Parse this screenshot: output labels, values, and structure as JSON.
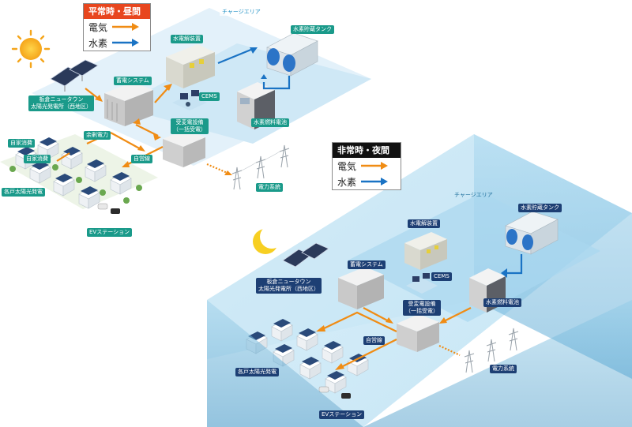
{
  "colors": {
    "electricity": "#f08c14",
    "hydrogen": "#1a73c4",
    "label_day": "#1a9a8a",
    "label_night": "#1d3f74",
    "title_day": "#e8461e",
    "title_night": "#111111",
    "flood": "#5aaed6"
  },
  "day": {
    "legend": {
      "title": "平常時・昼間",
      "electricity": "電気",
      "hydrogen": "水素"
    },
    "charge_area": "チャージエリア",
    "labels": {
      "electrolyzer": "水電解装置",
      "tank": "水素貯蔵タンク",
      "battery": "蓄電システム",
      "cems": "CEMS",
      "solar_plant": [
        "板倉ニュータウン",
        "太陽光発電所（西地区）"
      ],
      "substation": [
        "受変電設備",
        "（一括受電）"
      ],
      "fuel_cell": "水素燃料電池",
      "surplus": "余剰電力",
      "self_use_1": "自家消費",
      "self_use_2": "自家消費",
      "private_line": "自営線",
      "grid": "電力系統",
      "rooftop_pv": "各戸太陽光発電",
      "ev": "EVステーション"
    },
    "icons": [
      "sun-icon",
      "solar-panel-icon",
      "house-icon",
      "pylon-icon"
    ]
  },
  "night": {
    "legend": {
      "title": "非常時・夜間",
      "electricity": "電気",
      "hydrogen": "水素"
    },
    "charge_area": "チャージエリア",
    "labels": {
      "electrolyzer": "水電解装置",
      "tank": "水素貯蔵タンク",
      "battery": "蓄電システム",
      "cems": "CEMS",
      "solar_plant": [
        "板倉ニュータウン",
        "太陽光発電所（西地区）"
      ],
      "substation": [
        "受変電設備",
        "（一括受電）"
      ],
      "fuel_cell": "水素燃料電池",
      "private_line": "自営線",
      "grid": "電力系統",
      "rooftop_pv": "各戸太陽光発電",
      "ev": "EVステーション"
    },
    "icons": [
      "moon-icon",
      "solar-panel-icon",
      "house-icon",
      "pylon-icon"
    ]
  }
}
